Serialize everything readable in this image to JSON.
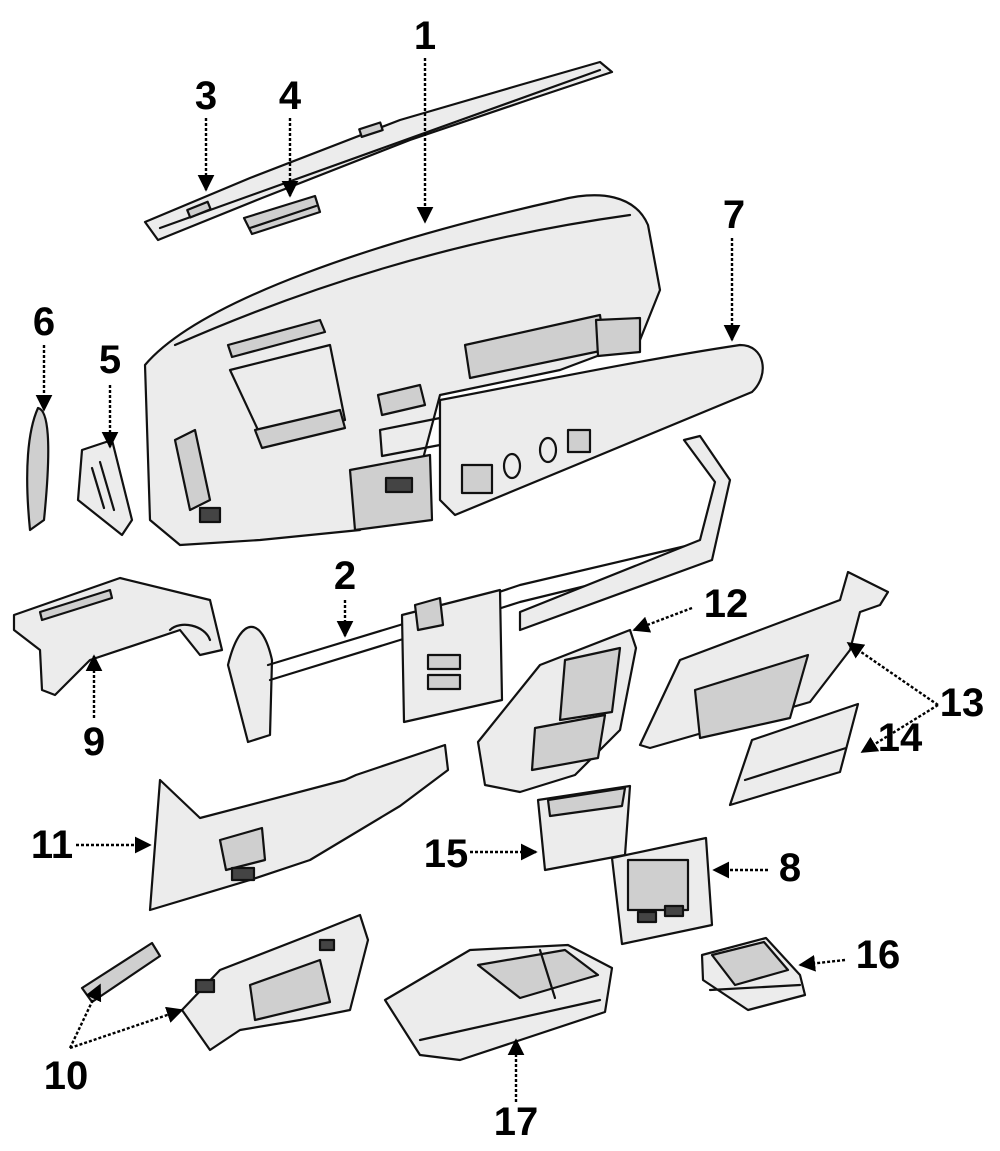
{
  "diagram": {
    "callouts": [
      {
        "id": "c1",
        "label": "1"
      },
      {
        "id": "c2",
        "label": "2"
      },
      {
        "id": "c3",
        "label": "3"
      },
      {
        "id": "c4",
        "label": "4"
      },
      {
        "id": "c5",
        "label": "5"
      },
      {
        "id": "c6",
        "label": "6"
      },
      {
        "id": "c7",
        "label": "7"
      },
      {
        "id": "c8",
        "label": "8"
      },
      {
        "id": "c9",
        "label": "9"
      },
      {
        "id": "c10",
        "label": "10"
      },
      {
        "id": "c11",
        "label": "11"
      },
      {
        "id": "c12",
        "label": "12"
      },
      {
        "id": "c13",
        "label": "13"
      },
      {
        "id": "c14",
        "label": "14"
      },
      {
        "id": "c15",
        "label": "15"
      },
      {
        "id": "c16",
        "label": "16"
      },
      {
        "id": "c17",
        "label": "17"
      }
    ],
    "colors": {
      "ink": "#111111",
      "shade": "#cfcfcf",
      "background": "#ffffff"
    }
  }
}
